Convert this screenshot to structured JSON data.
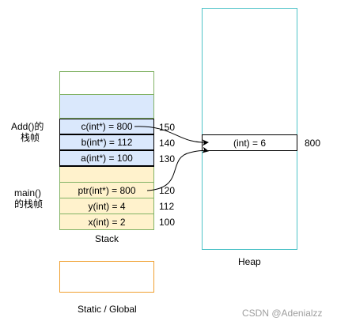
{
  "stack": {
    "label": "Stack",
    "rows": [
      {
        "text": "",
        "addr": "",
        "fill": "#ffffff",
        "stroke": "#82b366"
      },
      {
        "text": "",
        "addr": "",
        "fill": "#dae8fc",
        "stroke": "#82b366"
      },
      {
        "text": "c(int*) = 800",
        "addr": "150",
        "fill": "#dae8fc",
        "stroke": "#000000"
      },
      {
        "text": "b(int*) = 112",
        "addr": "140",
        "fill": "#dae8fc",
        "stroke": "#000000"
      },
      {
        "text": "a(int*) = 100",
        "addr": "130",
        "fill": "#dae8fc",
        "stroke": "#000000"
      },
      {
        "text": "",
        "addr": "",
        "fill": "#fff2cc",
        "stroke": "#82b366"
      },
      {
        "text": "ptr(int*) = 800",
        "addr": "120",
        "fill": "#fff2cc",
        "stroke": "#82b366"
      },
      {
        "text": "y(int) = 4",
        "addr": "112",
        "fill": "#fff2cc",
        "stroke": "#82b366"
      },
      {
        "text": "x(int) = 2",
        "addr": "100",
        "fill": "#fff2cc",
        "stroke": "#82b366"
      }
    ]
  },
  "frames": {
    "add_line1": "Add()的",
    "add_line2": "栈帧",
    "main_line1": "main()",
    "main_line2": "的栈帧"
  },
  "heap": {
    "label": "Heap",
    "cell_text": "(int) = 6",
    "cell_addr": "800",
    "stroke": "#4fc3c8"
  },
  "static": {
    "label": "Static / Global",
    "stroke": "#f0a030"
  },
  "watermark": "CSDN @Adenialzz"
}
